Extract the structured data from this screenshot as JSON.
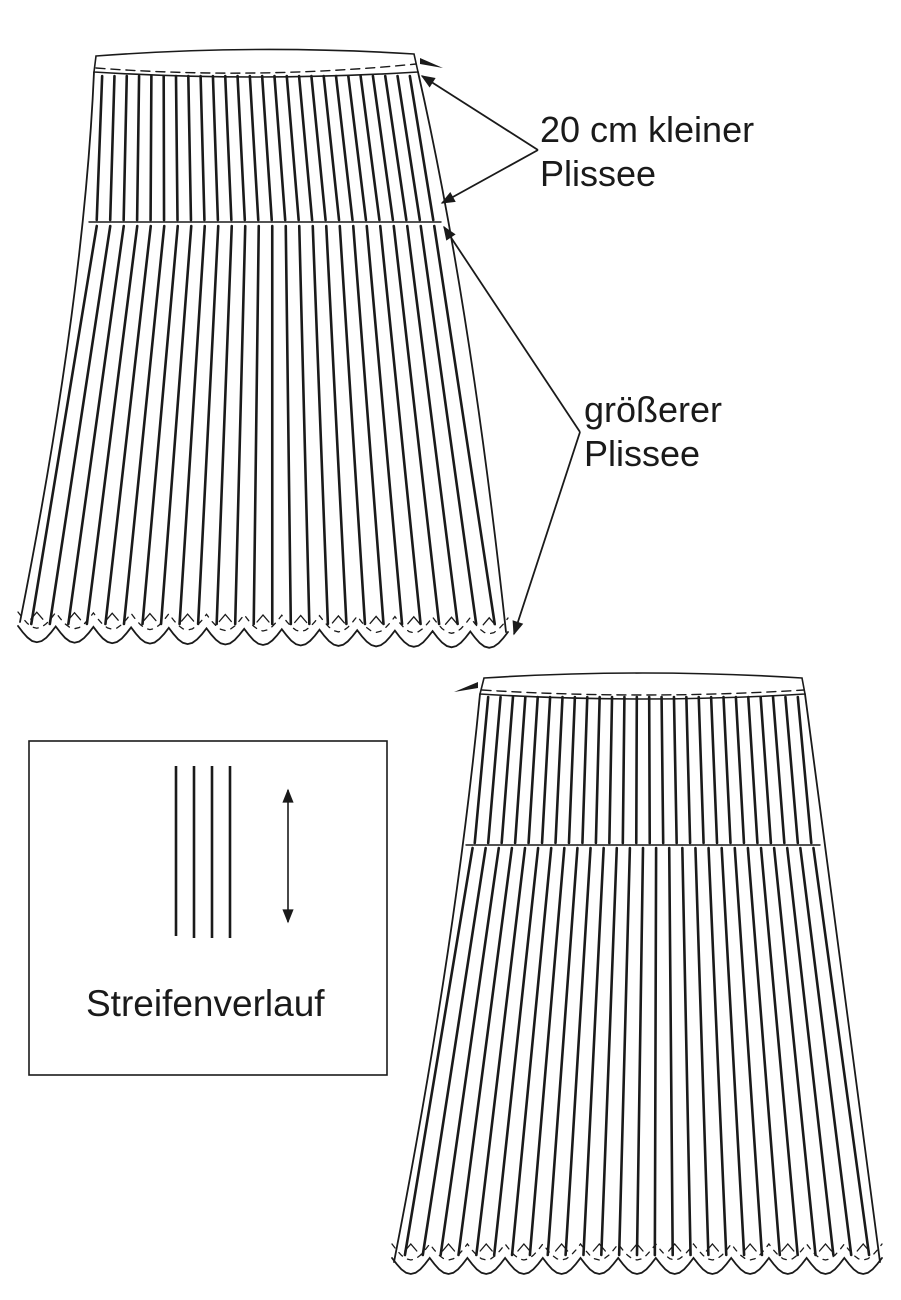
{
  "labels": {
    "smaller_pleat_line1": "20 cm kleiner",
    "smaller_pleat_line2": "Plissee",
    "larger_pleat_line1": "größerer",
    "larger_pleat_line2": "Plissee",
    "stripe_direction": "Streifenverlauf"
  },
  "colors": {
    "ink": "#1a1a1a",
    "background": "#ffffff"
  }
}
